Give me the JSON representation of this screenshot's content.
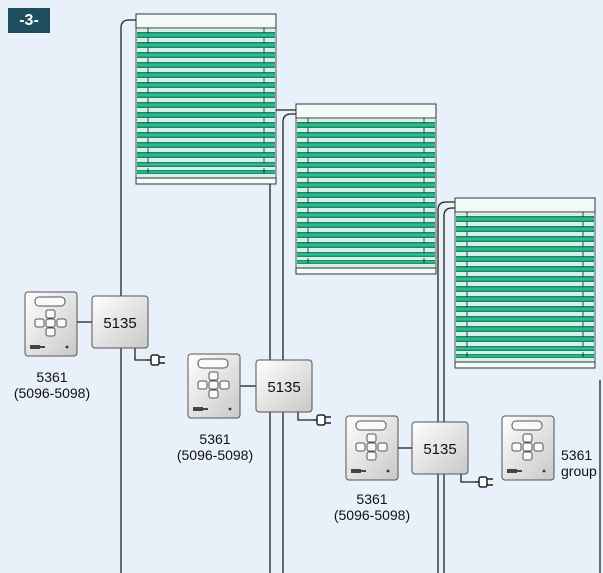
{
  "step_badge": "-3-",
  "module_label": "5135",
  "keypad_label": "5361",
  "keypad_sublabel": "(5096-5098)",
  "group_sublabel": "group",
  "colors": {
    "background": "#e8f0f9",
    "badge": "#1f4e5e",
    "blind_green": "#1c9e78",
    "blind_light": "#cfeee5",
    "wire": "#222222"
  },
  "icons": [
    "blind-icon",
    "keypad-icon",
    "power-plug-icon",
    "module-box-icon"
  ]
}
